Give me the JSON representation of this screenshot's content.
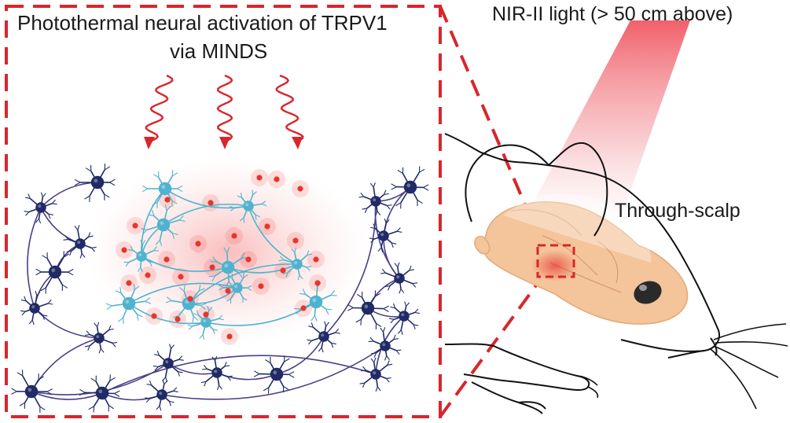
{
  "inset": {
    "title_line1": "Photothermal neural activation of TRPV1",
    "title_line2": "via MINDS",
    "frame_color": "#d9262c"
  },
  "mouse": {
    "light_label": "NIR-II light  (> 50 cm above)",
    "scalp_label": "Through-scalp",
    "beam_color": "#ee4450",
    "brain_color": "#f4c49a"
  },
  "neurons": {
    "activated_color": "#4fb3cf",
    "resting_color": "#1f2a66",
    "particle_color": "#e8352c"
  },
  "icons": {
    "wave_arrow": "wavy-light-arrow-icon",
    "activated_neuron": "activated-neuron-icon",
    "resting_neuron": "resting-neuron-icon",
    "nanoparticle": "nanoparticle-icon"
  }
}
